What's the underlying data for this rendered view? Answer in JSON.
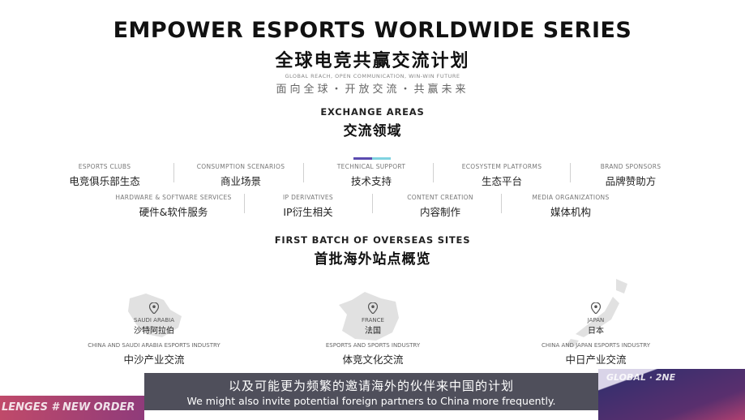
{
  "header": {
    "title_en": "EMPOWER ESPORTS WORLDWIDE SERIES",
    "title_cn": "全球电竞共赢交流计划",
    "slogan_en": "GLOBAL REACH, OPEN COMMUNICATION, WIN-WIN FUTURE",
    "slogan_cn": "面向全球・开放交流・共赢未来"
  },
  "exchange": {
    "title_en": "EXCHANGE AREAS",
    "title_cn": "交流领域",
    "row1": [
      {
        "en": "ESPORTS CLUBS",
        "cn": "电竞俱乐部生态"
      },
      {
        "en": "CONSUMPTION SCENARIOS",
        "cn": "商业场景"
      },
      {
        "en": "TECHNICAL SUPPORT",
        "cn": "技术支持"
      },
      {
        "en": "ECOSYSTEM PLATFORMS",
        "cn": "生态平台"
      },
      {
        "en": "BRAND SPONSORS",
        "cn": "品牌赞助方"
      }
    ],
    "row2": [
      {
        "en": "HARDWARE & SOFTWARE SERVICES",
        "cn": "硬件&软件服务"
      },
      {
        "en": "IP DERIVATIVES",
        "cn": "IP衍生相关"
      },
      {
        "en": "CONTENT CREATION",
        "cn": "内容制作"
      },
      {
        "en": "MEDIA ORGANIZATIONS",
        "cn": "媒体机构"
      }
    ]
  },
  "sites": {
    "title_en": "FIRST BATCH OF OVERSEAS SITES",
    "title_cn": "首批海外站点概览",
    "items": [
      {
        "country_en": "SAUDI ARABIA",
        "country_cn": "沙特阿拉伯",
        "industry_en": "CHINA AND SAUDI ARABIA ESPORTS INDUSTRY",
        "industry_cn": "中沙产业交流"
      },
      {
        "country_en": "FRANCE",
        "country_cn": "法国",
        "industry_en": "ESPORTS AND SPORTS INDUSTRY",
        "industry_cn": "体竞文化交流"
      },
      {
        "country_en": "JAPAN",
        "country_cn": "日本",
        "industry_en": "CHINA AND JAPAN ESPORTS INDUSTRY",
        "industry_cn": "中日产业交流"
      }
    ]
  },
  "subtitle": {
    "cn": "以及可能更为频繁的邀请海外的伙伴来中国的计划",
    "en": "We might also invite potential foreign partners to China more frequently."
  },
  "bands": {
    "left_text": "LENGES # NEW ORDER",
    "right_text": "GLOBAL · 2NE"
  },
  "colors": {
    "accent_purple": "#5b4bb0",
    "accent_cyan": "#7fd3e0",
    "band_left": "#8f3b7a",
    "band_right": "#3a2f6e"
  },
  "icons": {
    "pin": "location-pin-icon"
  }
}
